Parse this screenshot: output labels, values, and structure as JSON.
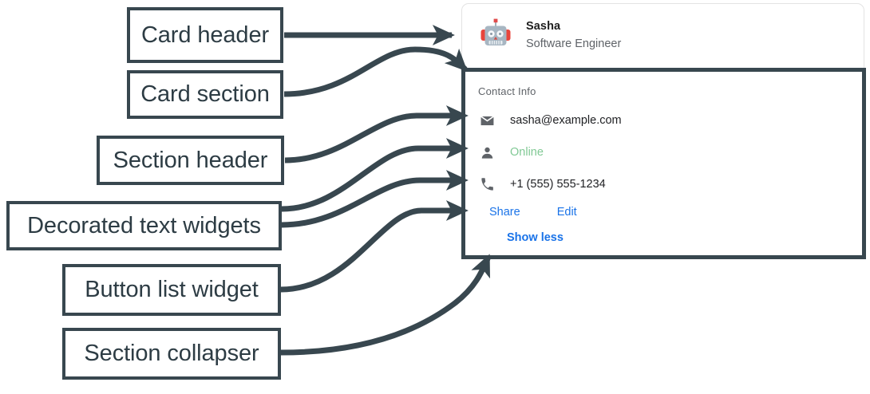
{
  "annotations": [
    {
      "id": "card-header",
      "label": "Card header"
    },
    {
      "id": "card-section",
      "label": "Card section"
    },
    {
      "id": "section-header",
      "label": "Section header"
    },
    {
      "id": "decorated-text",
      "label": "Decorated text widgets"
    },
    {
      "id": "button-list",
      "label": "Button list widget"
    },
    {
      "id": "section-collapser",
      "label": "Section collapser"
    }
  ],
  "card": {
    "header": {
      "avatar_icon": "robot-avatar-icon",
      "title": "Sasha",
      "subtitle": "Software Engineer"
    },
    "section": {
      "header": "Contact Info",
      "rows": [
        {
          "icon": "email-icon",
          "text": "sasha@example.com",
          "color": "#202124"
        },
        {
          "icon": "person-icon",
          "text": "Online",
          "color": "#81c995"
        },
        {
          "icon": "phone-icon",
          "text": "+1 (555) 555-1234",
          "color": "#202124"
        }
      ],
      "buttons": [
        {
          "label": "Share"
        },
        {
          "label": "Edit"
        }
      ],
      "collapser": {
        "label": "Show less"
      }
    }
  },
  "colors": {
    "annotation": "#38474f",
    "link": "#1a73e8",
    "muted": "#5f6368",
    "online_green": "#81c995",
    "card_border": "#e3e3e3"
  }
}
